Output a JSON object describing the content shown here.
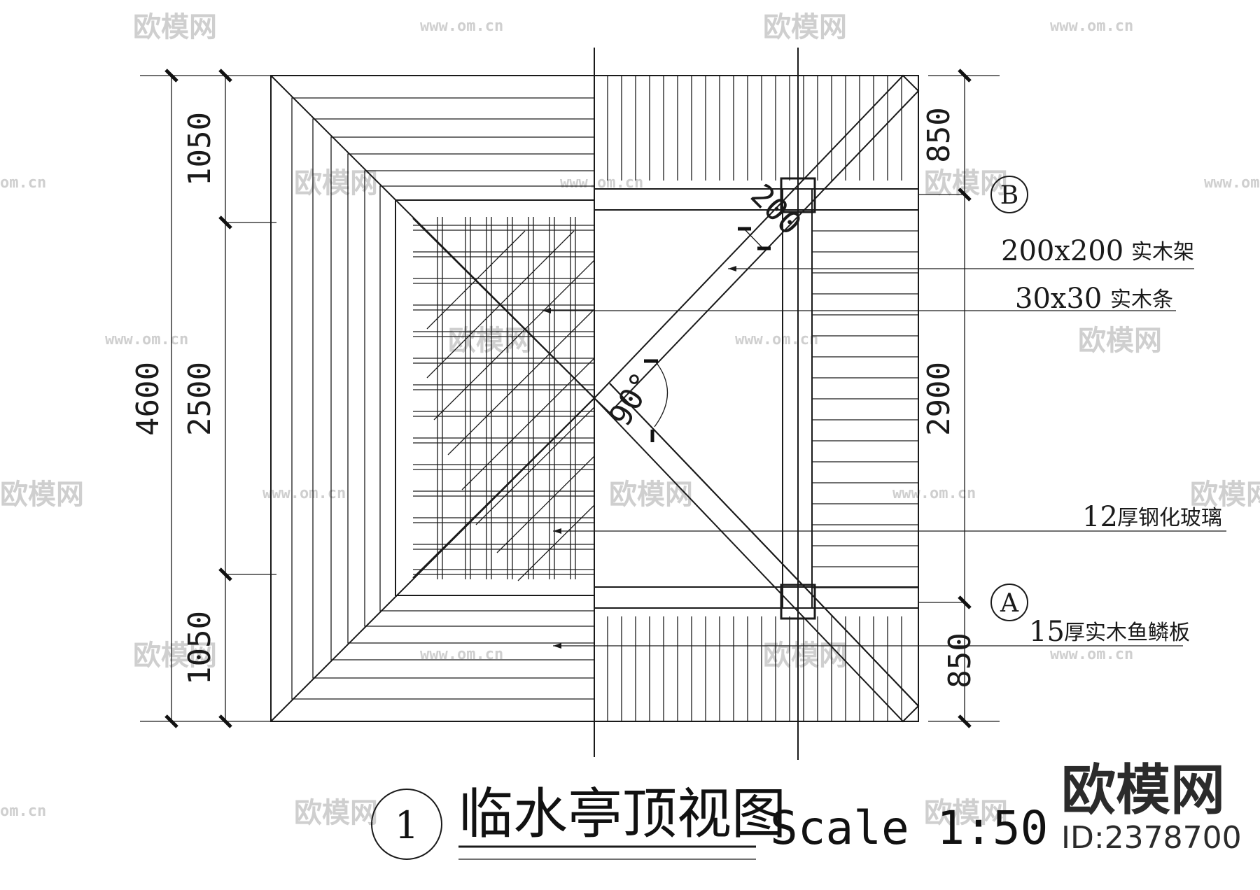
{
  "drawing": {
    "title": "临水亭顶视图",
    "scale": "Scale 1:50",
    "detail_number": "1"
  },
  "dimensions": {
    "left_outer_total": "4600",
    "left_top": "1050",
    "left_middle": "2500",
    "left_bottom": "1050",
    "right_top": "850",
    "right_middle": "2900",
    "right_bottom": "850",
    "beam_width": "200",
    "angle": "90°"
  },
  "axes": {
    "top": "B",
    "bottom": "A"
  },
  "annotations": [
    {
      "size": "200x200",
      "label": "实木架"
    },
    {
      "size": "30x30",
      "label": "实木条"
    },
    {
      "size": "12",
      "label": "厚钢化玻璃"
    },
    {
      "size": "15",
      "label": "厚实木鱼鳞板"
    }
  ],
  "brand": {
    "name": "欧模网",
    "id": "ID:2378700"
  },
  "watermark": {
    "text": "欧模网",
    "url": "www.om.cn",
    "url_short": "om.cn"
  }
}
